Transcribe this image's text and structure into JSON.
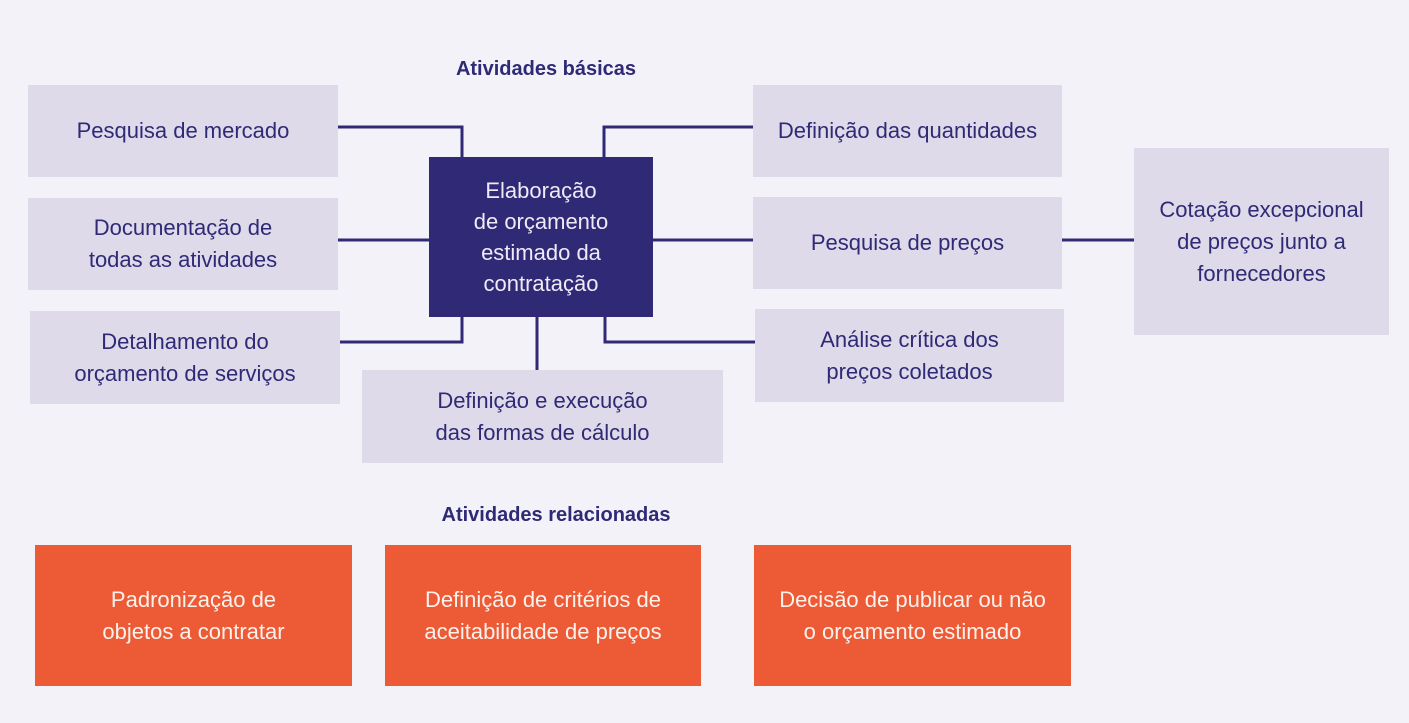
{
  "basic_title": "Atividades básicas",
  "related_title": "Atividades relacionadas",
  "center": "Elaboração\nde orçamento\nestimado da\ncontratação",
  "left": [
    "Pesquisa de mercado",
    "Documentação de\ntodas as atividades",
    "Detalhamento do\norçamento de serviços"
  ],
  "bottom": "Definição e execução\ndas formas de cálculo",
  "right": [
    "Definição das quantidades",
    "Pesquisa de preços",
    "Análise crítica dos\npreços coletados"
  ],
  "far_right": "Cotação excepcional\nde preços junto a\nfornecedores",
  "related": [
    "Padronização de\nobjetos a contratar",
    "Definição de critérios de\naceitabilidade de preços",
    "Decisão de publicar ou não\no orçamento estimado"
  ],
  "colors": {
    "background": "#f3f2f8",
    "box": "#dedaea",
    "primary": "#302a76",
    "accent": "#ec5b35"
  }
}
